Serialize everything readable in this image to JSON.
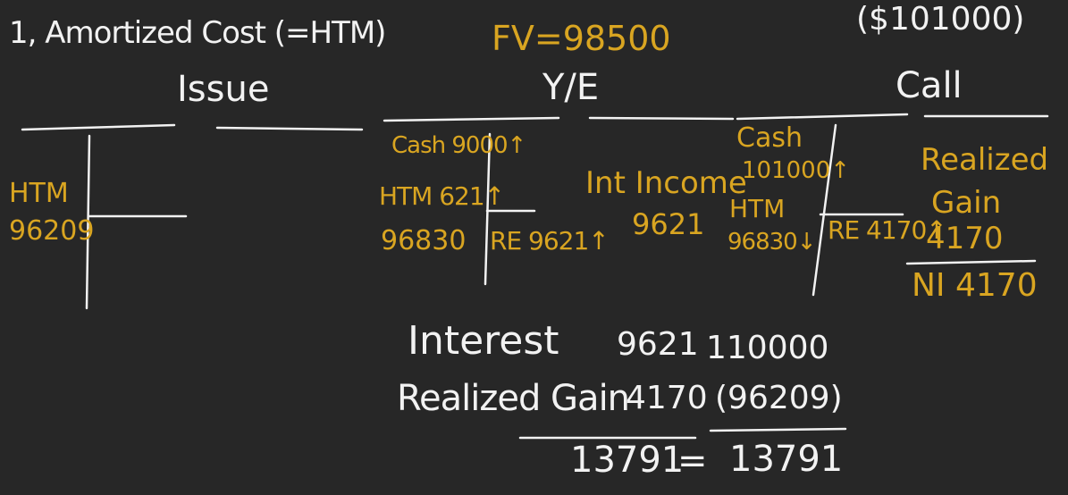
{
  "header": {
    "title": "1, Amortized Cost (=HTM)",
    "face_value": "FV=98500",
    "call_price": "($101000)"
  },
  "columns": {
    "issue": "Issue",
    "year_end": "Y/E",
    "call": "Call"
  },
  "issue": {
    "left_account": "HTM",
    "left_amount": "96209"
  },
  "year_end": {
    "cash_line": "Cash 9000↑",
    "htm_line": "HTM 621↑",
    "htm_balance": "96830",
    "re_line": "RE 9621↑",
    "income_label": "Int Income",
    "income_amount": "9621"
  },
  "call": {
    "cash_label": "Cash",
    "cash_amount": "101000↑",
    "htm_label": "HTM",
    "htm_amount": "96830↓",
    "re_line": "RE 4170↑",
    "gain_label_1": "Realized",
    "gain_label_2": "Gain",
    "gain_amount": "4170",
    "ni_line": "NI 4170"
  },
  "summary": {
    "row1_label": "Interest",
    "row1_value": "9621",
    "row1_total": "110000",
    "row2_label": "Realized Gain",
    "row2_value": "4170",
    "row2_total": "(96209)",
    "total_left": "13791",
    "equals": "=",
    "total_right": "13791"
  }
}
